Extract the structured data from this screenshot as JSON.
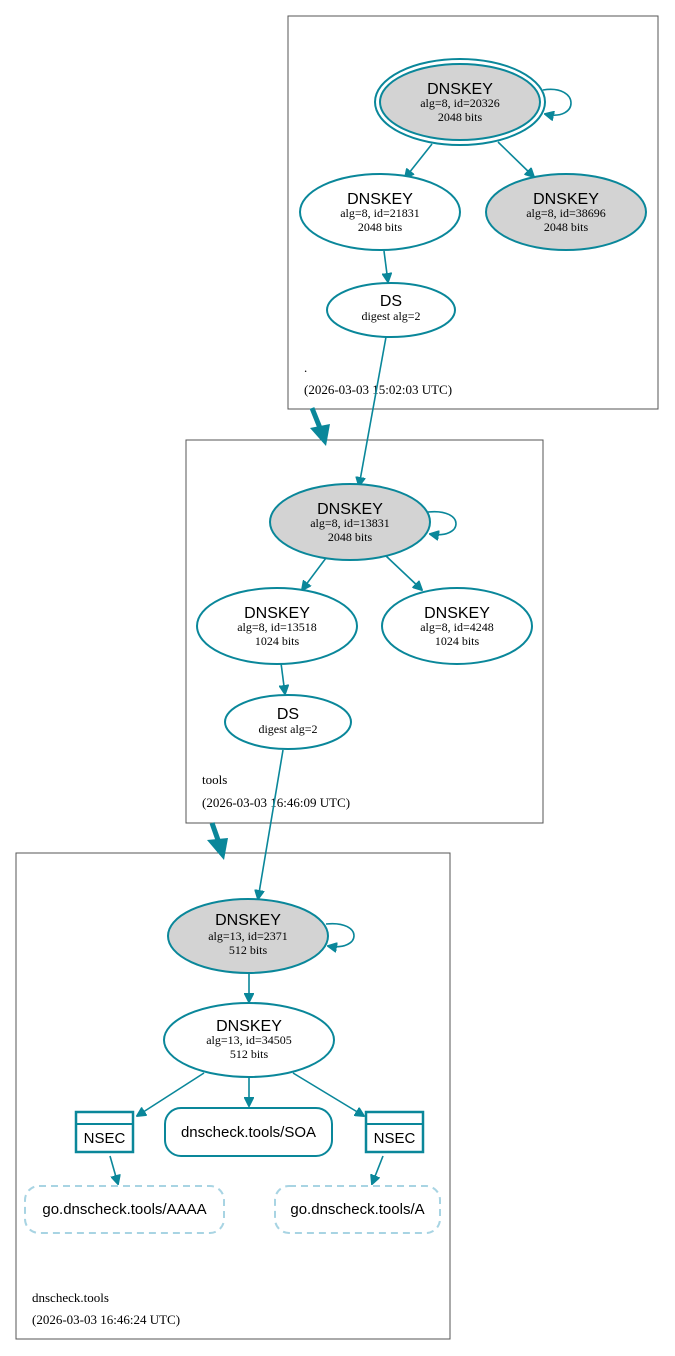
{
  "zones": [
    {
      "name": ".",
      "timestamp": "(2026-03-03 15:02:03 UTC)"
    },
    {
      "name": "tools",
      "timestamp": "(2026-03-03 16:46:09 UTC)"
    },
    {
      "name": "dnscheck.tools",
      "timestamp": "(2026-03-03 16:46:24 UTC)"
    }
  ],
  "nodes": {
    "root_ksk": {
      "title": "DNSKEY",
      "line1": "alg=8, id=20326",
      "line2": "2048 bits"
    },
    "root_zsk1": {
      "title": "DNSKEY",
      "line1": "alg=8, id=21831",
      "line2": "2048 bits"
    },
    "root_zsk2": {
      "title": "DNSKEY",
      "line1": "alg=8, id=38696",
      "line2": "2048 bits"
    },
    "root_ds": {
      "title": "DS",
      "line1": "digest alg=2"
    },
    "tools_ksk": {
      "title": "DNSKEY",
      "line1": "alg=8, id=13831",
      "line2": "2048 bits"
    },
    "tools_zsk1": {
      "title": "DNSKEY",
      "line1": "alg=8, id=13518",
      "line2": "1024 bits"
    },
    "tools_zsk2": {
      "title": "DNSKEY",
      "line1": "alg=8, id=4248",
      "line2": "1024 bits"
    },
    "tools_ds": {
      "title": "DS",
      "line1": "digest alg=2"
    },
    "dc_ksk": {
      "title": "DNSKEY",
      "line1": "alg=13, id=2371",
      "line2": "512 bits"
    },
    "dc_zsk": {
      "title": "DNSKEY",
      "line1": "alg=13, id=34505",
      "line2": "512 bits"
    },
    "nsec_left": {
      "title": "NSEC"
    },
    "soa": {
      "title": "dnscheck.tools/SOA"
    },
    "nsec_right": {
      "title": "NSEC"
    },
    "aaaa": {
      "title": "go.dnscheck.tools/AAAA"
    },
    "a": {
      "title": "go.dnscheck.tools/A"
    }
  },
  "colors": {
    "edge": "#0a879a",
    "node_grey": "#d3d3d3",
    "dashed_border": "#a8d4e3"
  }
}
